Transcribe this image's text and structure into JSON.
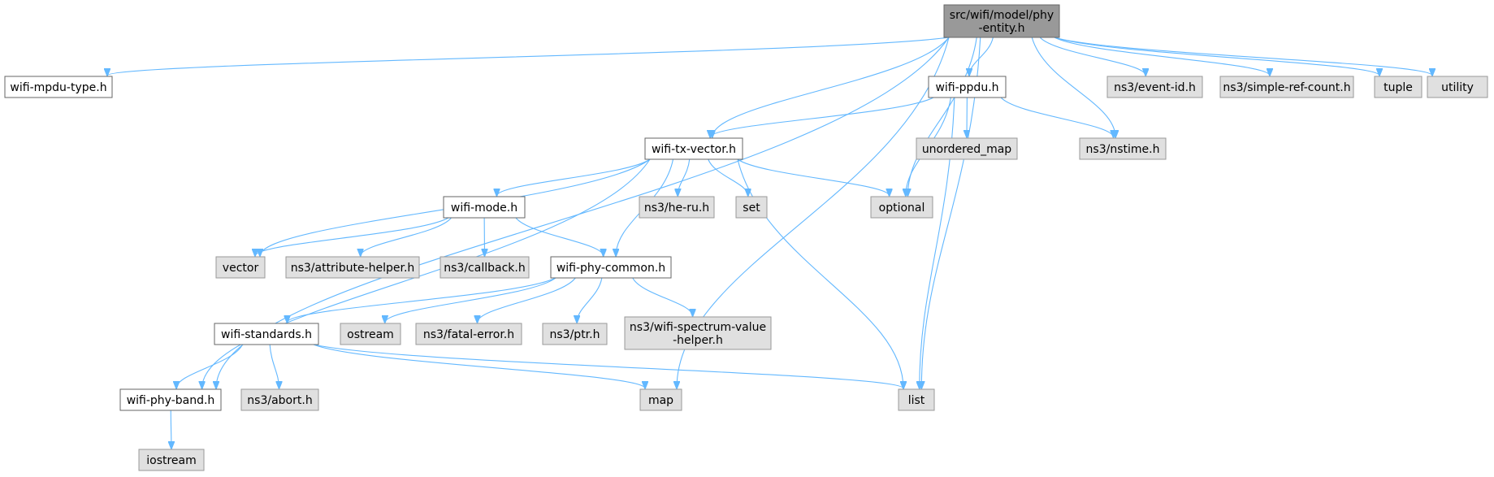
{
  "diagram": {
    "type": "include-dependency-graph",
    "colors": {
      "edge": "#63b8ff",
      "root_fill": "#999999",
      "documented_fill": "#ffffff",
      "external_fill": "#e0e0e0",
      "border": "#666666"
    },
    "nodes": [
      {
        "id": "root",
        "lines": [
          "src/wifi/model/phy",
          "-entity.h"
        ],
        "kind": "root"
      },
      {
        "id": "wifi-mpdu-type",
        "lines": [
          "wifi-mpdu-type.h"
        ],
        "kind": "documented"
      },
      {
        "id": "wifi-ppdu",
        "lines": [
          "wifi-ppdu.h"
        ],
        "kind": "documented"
      },
      {
        "id": "ns3-event-id",
        "lines": [
          "ns3/event-id.h"
        ],
        "kind": "external"
      },
      {
        "id": "ns3-simple-ref-count",
        "lines": [
          "ns3/simple-ref-count.h"
        ],
        "kind": "external"
      },
      {
        "id": "tuple",
        "lines": [
          "tuple"
        ],
        "kind": "external"
      },
      {
        "id": "utility",
        "lines": [
          "utility"
        ],
        "kind": "external"
      },
      {
        "id": "wifi-tx-vector",
        "lines": [
          "wifi-tx-vector.h"
        ],
        "kind": "documented"
      },
      {
        "id": "unordered_map",
        "lines": [
          "unordered_map"
        ],
        "kind": "external"
      },
      {
        "id": "ns3-nstime",
        "lines": [
          "ns3/nstime.h"
        ],
        "kind": "external"
      },
      {
        "id": "wifi-mode",
        "lines": [
          "wifi-mode.h"
        ],
        "kind": "documented"
      },
      {
        "id": "ns3-he-ru",
        "lines": [
          "ns3/he-ru.h"
        ],
        "kind": "external"
      },
      {
        "id": "set",
        "lines": [
          "set"
        ],
        "kind": "external"
      },
      {
        "id": "optional",
        "lines": [
          "optional"
        ],
        "kind": "external"
      },
      {
        "id": "vector",
        "lines": [
          "vector"
        ],
        "kind": "external"
      },
      {
        "id": "ns3-attribute-helper",
        "lines": [
          "ns3/attribute-helper.h"
        ],
        "kind": "external"
      },
      {
        "id": "ns3-callback",
        "lines": [
          "ns3/callback.h"
        ],
        "kind": "external"
      },
      {
        "id": "wifi-phy-common",
        "lines": [
          "wifi-phy-common.h"
        ],
        "kind": "documented"
      },
      {
        "id": "wifi-standards",
        "lines": [
          "wifi-standards.h"
        ],
        "kind": "documented"
      },
      {
        "id": "ostream",
        "lines": [
          "ostream"
        ],
        "kind": "external"
      },
      {
        "id": "ns3-fatal-error",
        "lines": [
          "ns3/fatal-error.h"
        ],
        "kind": "external"
      },
      {
        "id": "ns3-ptr",
        "lines": [
          "ns3/ptr.h"
        ],
        "kind": "external"
      },
      {
        "id": "ns3-wifi-spectrum-value-helper",
        "lines": [
          "ns3/wifi-spectrum-value",
          "-helper.h"
        ],
        "kind": "external"
      },
      {
        "id": "wifi-phy-band",
        "lines": [
          "wifi-phy-band.h"
        ],
        "kind": "documented"
      },
      {
        "id": "ns3-abort",
        "lines": [
          "ns3/abort.h"
        ],
        "kind": "external"
      },
      {
        "id": "map",
        "lines": [
          "map"
        ],
        "kind": "external"
      },
      {
        "id": "list",
        "lines": [
          "list"
        ],
        "kind": "external"
      },
      {
        "id": "iostream",
        "lines": [
          "iostream"
        ],
        "kind": "external"
      }
    ],
    "edges": [
      [
        "root",
        "wifi-mpdu-type"
      ],
      [
        "root",
        "wifi-phy-band"
      ],
      [
        "root",
        "wifi-tx-vector"
      ],
      [
        "root",
        "map"
      ],
      [
        "root",
        "optional"
      ],
      [
        "root",
        "wifi-ppdu"
      ],
      [
        "root",
        "ns3-nstime"
      ],
      [
        "root",
        "list"
      ],
      [
        "root",
        "ns3-event-id"
      ],
      [
        "root",
        "ns3-simple-ref-count"
      ],
      [
        "root",
        "tuple"
      ],
      [
        "root",
        "utility"
      ],
      [
        "wifi-ppdu",
        "wifi-tx-vector"
      ],
      [
        "wifi-ppdu",
        "optional"
      ],
      [
        "wifi-ppdu",
        "unordered_map"
      ],
      [
        "wifi-ppdu",
        "ns3-nstime"
      ],
      [
        "wifi-ppdu",
        "list"
      ],
      [
        "wifi-tx-vector",
        "wifi-phy-band"
      ],
      [
        "wifi-tx-vector",
        "vector"
      ],
      [
        "wifi-tx-vector",
        "wifi-mode"
      ],
      [
        "wifi-tx-vector",
        "wifi-phy-common"
      ],
      [
        "wifi-tx-vector",
        "ns3-he-ru"
      ],
      [
        "wifi-tx-vector",
        "set"
      ],
      [
        "wifi-tx-vector",
        "list"
      ],
      [
        "wifi-tx-vector",
        "optional"
      ],
      [
        "wifi-mode",
        "vector"
      ],
      [
        "wifi-mode",
        "ns3-attribute-helper"
      ],
      [
        "wifi-mode",
        "ns3-callback"
      ],
      [
        "wifi-mode",
        "wifi-phy-common"
      ],
      [
        "wifi-phy-common",
        "wifi-standards"
      ],
      [
        "wifi-phy-common",
        "ostream"
      ],
      [
        "wifi-phy-common",
        "ns3-fatal-error"
      ],
      [
        "wifi-phy-common",
        "ns3-ptr"
      ],
      [
        "wifi-phy-common",
        "ns3-wifi-spectrum-value-helper"
      ],
      [
        "wifi-standards",
        "wifi-phy-band"
      ],
      [
        "wifi-standards",
        "ns3-abort"
      ],
      [
        "wifi-standards",
        "map"
      ],
      [
        "wifi-standards",
        "list"
      ],
      [
        "wifi-phy-band",
        "iostream"
      ]
    ]
  }
}
